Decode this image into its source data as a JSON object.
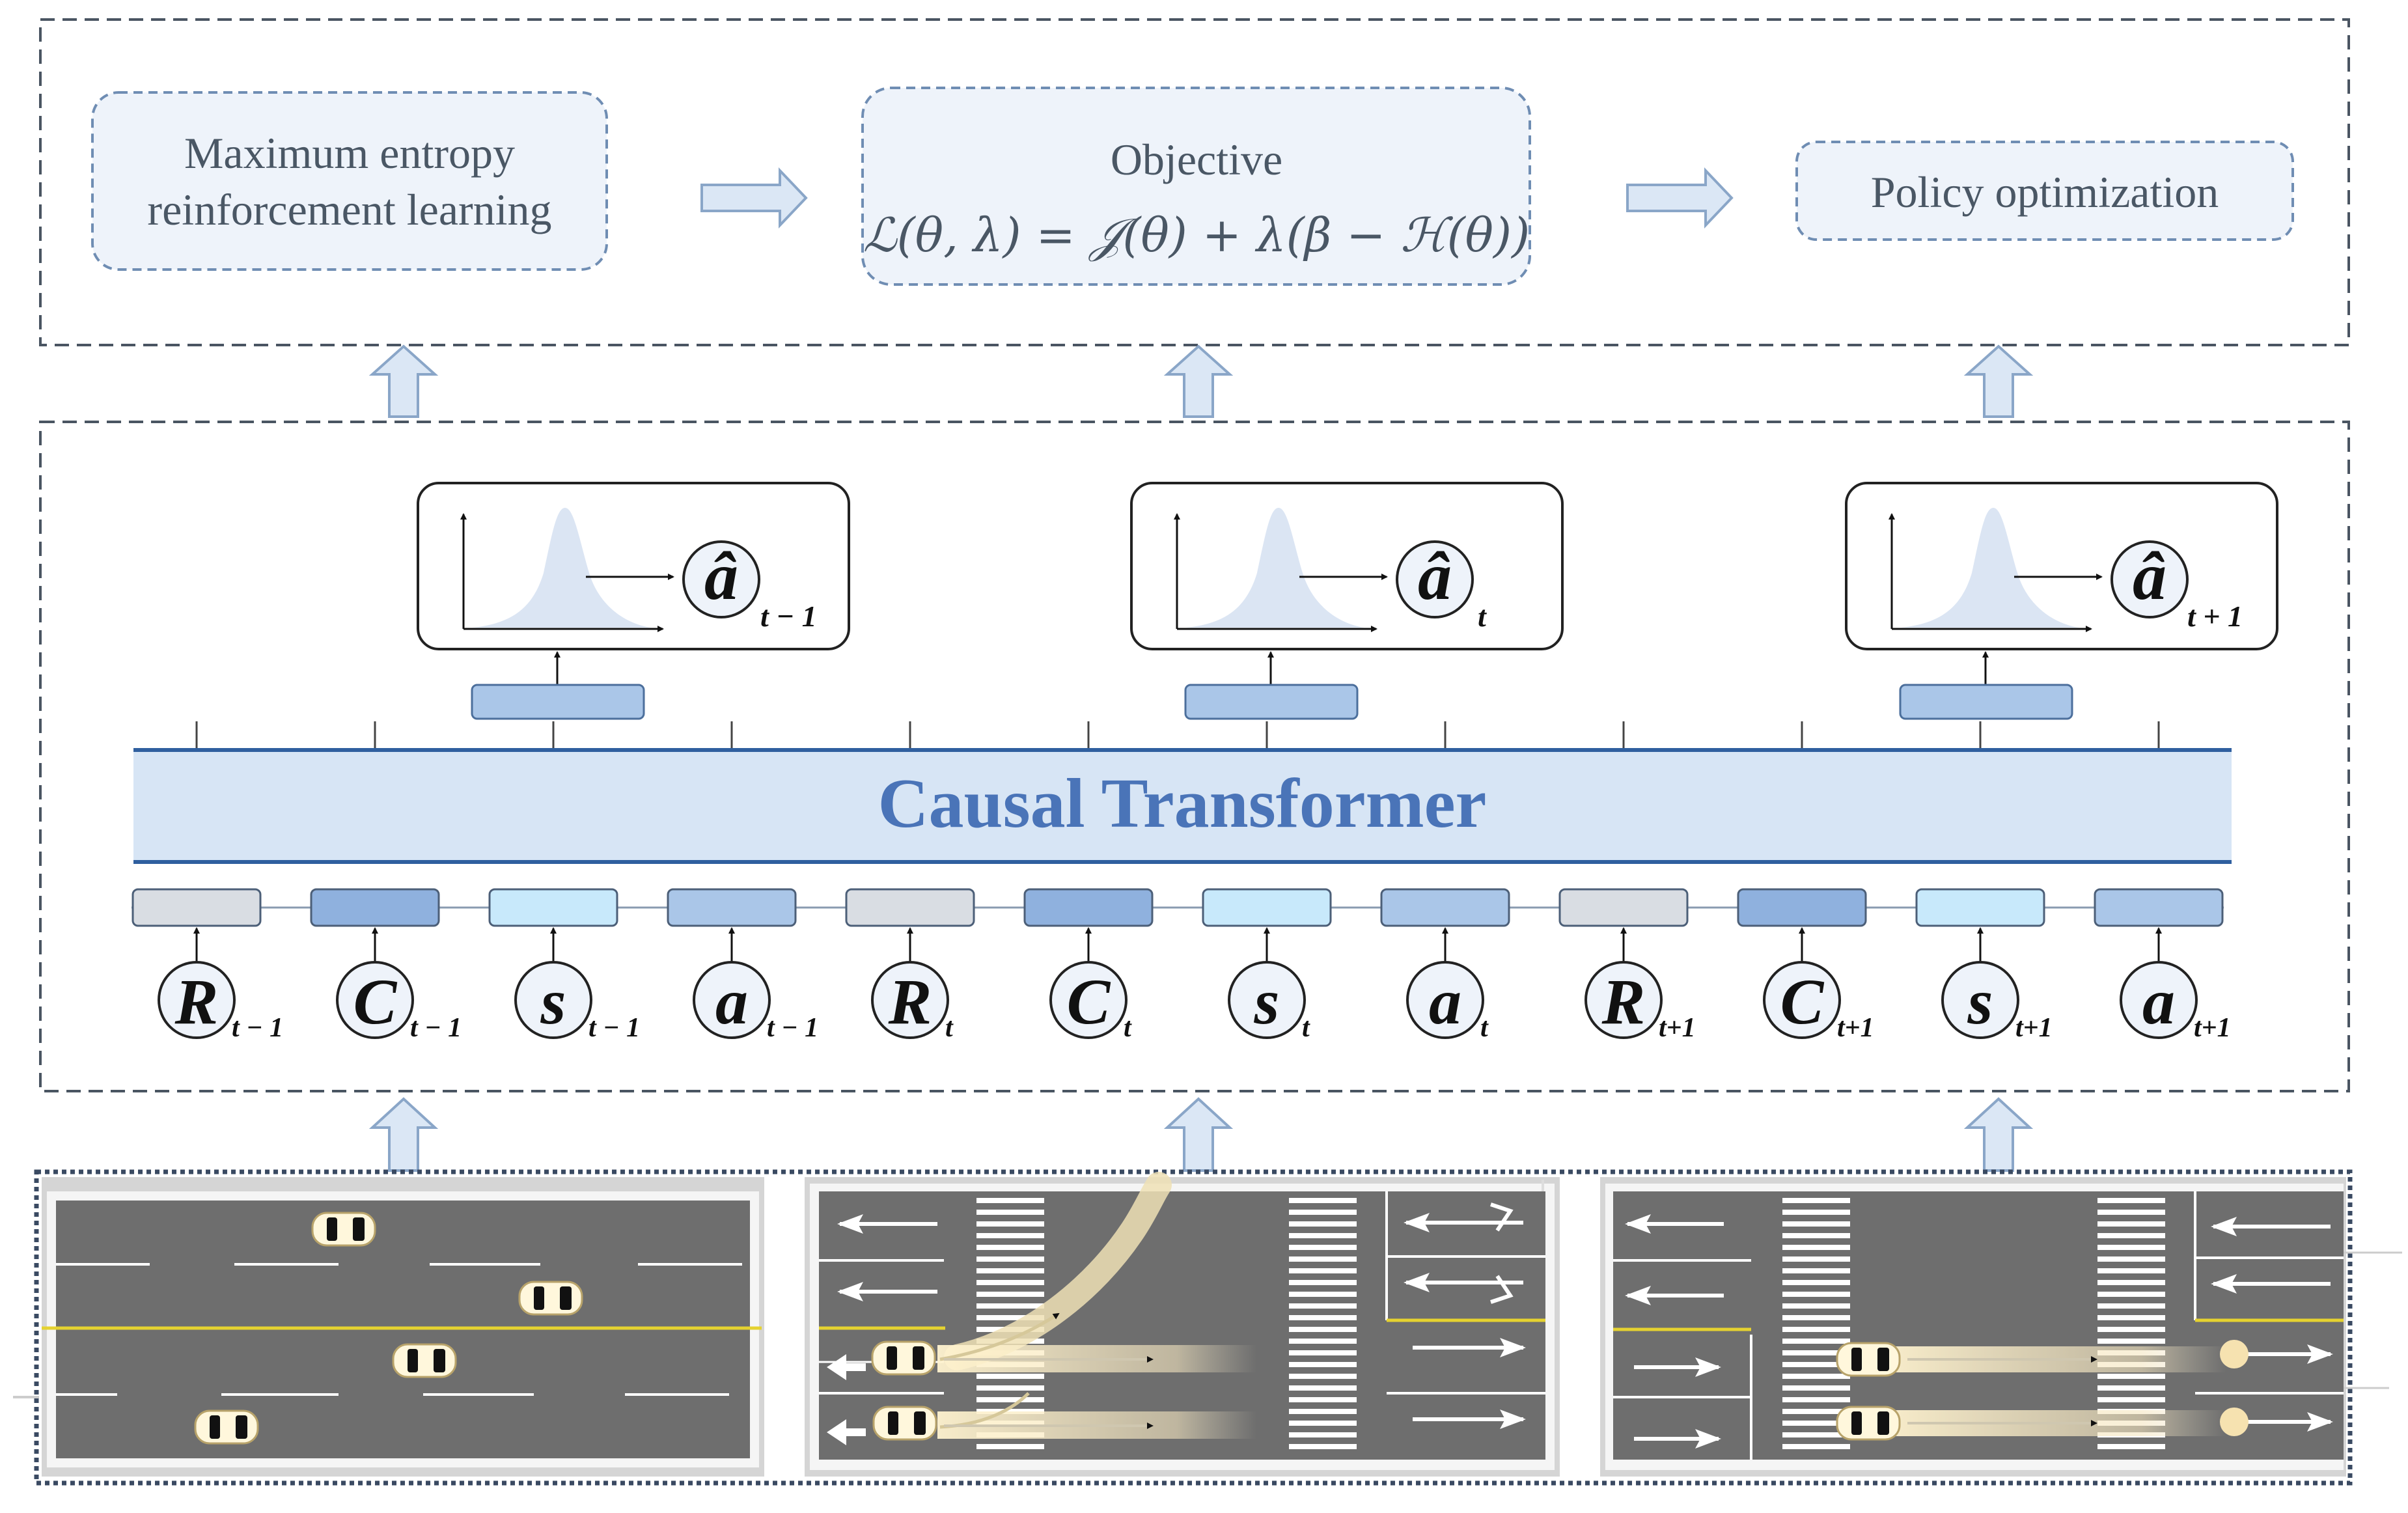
{
  "top_stage": {
    "box1_line1": "Maximum entropy",
    "box1_line2": "reinforcement learning",
    "box2_title": "Objective",
    "box2_formula": "ℒ(θ, λ) = 𝒥(θ) + λ(β − ℋ(θ))",
    "box3_label": "Policy optimization"
  },
  "transformer_label": "Causal Transformer",
  "predictions": [
    {
      "symbol": "â",
      "sub": "t − 1"
    },
    {
      "symbol": "â",
      "sub": "t"
    },
    {
      "symbol": "â",
      "sub": "t + 1"
    }
  ],
  "tokens": [
    {
      "symbol": "R",
      "sub": "t − 1"
    },
    {
      "symbol": "C",
      "sub": "t − 1"
    },
    {
      "symbol": "s",
      "sub": "t − 1"
    },
    {
      "symbol": "a",
      "sub": "t − 1"
    },
    {
      "symbol": "R",
      "sub": "t"
    },
    {
      "symbol": "C",
      "sub": "t"
    },
    {
      "symbol": "s",
      "sub": "t"
    },
    {
      "symbol": "a",
      "sub": "t"
    },
    {
      "symbol": "R",
      "sub": "t+1"
    },
    {
      "symbol": "C",
      "sub": "t+1"
    },
    {
      "symbol": "s",
      "sub": "t+1"
    },
    {
      "symbol": "a",
      "sub": "t+1"
    }
  ],
  "colors": {
    "frame_dash": "#4a5562",
    "box_fill": "#eef3fa",
    "box_stroke": "#6f8db3",
    "arrow_fill": "#dbe7f5",
    "arrow_stroke": "#8aa6c8",
    "transformer_fill": "#d7e5f5",
    "transformer_line": "#2f5f9f",
    "transformer_text": "#4a74b8",
    "embed_R": "#d9dde3",
    "embed_C": "#8fb1de",
    "embed_s": "#c8e9fb",
    "embed_a": "#aac6e8",
    "road": "#6e6e6e",
    "lane_yellow": "#e5d230"
  }
}
